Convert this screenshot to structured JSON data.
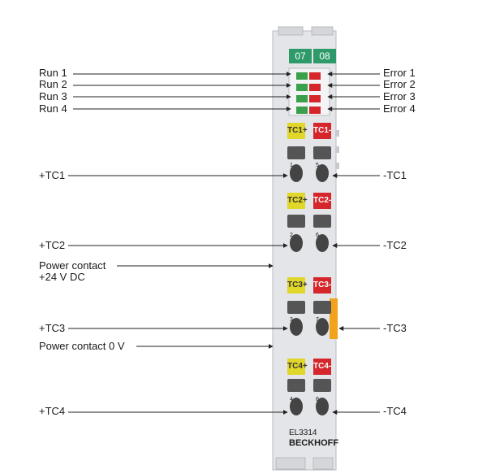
{
  "terminal": {
    "model": "EL3314",
    "brand": "BECKHOFF",
    "channels": [
      "07",
      "08"
    ]
  },
  "led_labels_left": [
    "Run 1",
    "Run 2",
    "Run 3",
    "Run 4"
  ],
  "led_labels_right": [
    "Error 1",
    "Error 2",
    "Error 3",
    "Error 4"
  ],
  "contacts": [
    {
      "plus": "TC1+",
      "minus": "TC1-",
      "left_label": "+TC1",
      "right_label": "-TC1",
      "pin_left": "1",
      "pin_right": "5"
    },
    {
      "plus": "TC2+",
      "minus": "TC2-",
      "left_label": "+TC2",
      "right_label": "-TC2",
      "pin_left": "2",
      "pin_right": "6"
    },
    {
      "plus": "TC3+",
      "minus": "TC3-",
      "left_label": "+TC3",
      "right_label": "-TC3",
      "pin_left": "3",
      "pin_right": "7"
    },
    {
      "plus": "TC4+",
      "minus": "TC4-",
      "left_label": "+TC4",
      "right_label": "-TC4",
      "pin_left": "4",
      "pin_right": "8"
    }
  ],
  "power": {
    "contact_24v_line1": "Power contact",
    "contact_24v_line2": "+24 V DC",
    "contact_0v": "Power contact 0 V"
  },
  "colors": {
    "channel": "#2e9a6a",
    "plus": "#e1d62a",
    "minus": "#d4262b",
    "led_run": "#3aa04a",
    "led_error": "#d4262b",
    "housing": "#e4e5e8",
    "accent": "#f2a31b"
  }
}
